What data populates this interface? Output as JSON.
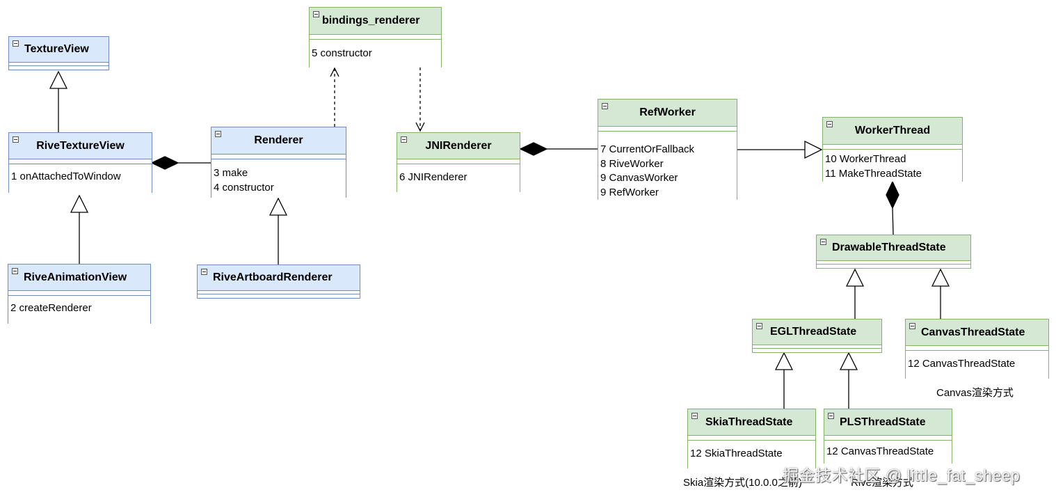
{
  "classes": {
    "texture_view": {
      "name": "TextureView",
      "members": []
    },
    "rive_texture_view": {
      "name": "RiveTextureView",
      "members": [
        "1 onAttachedToWindow"
      ]
    },
    "rive_animation_view": {
      "name": "RiveAnimationView",
      "members": [
        "2 createRenderer"
      ]
    },
    "renderer": {
      "name": "Renderer",
      "members": [
        "3 make",
        "4 constructor"
      ]
    },
    "rive_artboard_renderer": {
      "name": "RiveArtboardRenderer",
      "members": []
    },
    "bindings_renderer": {
      "name": "bindings_renderer",
      "members": [
        "5 constructor"
      ]
    },
    "jni_renderer": {
      "name": "JNIRenderer",
      "members": [
        "6 JNIRenderer"
      ]
    },
    "ref_worker": {
      "name": "RefWorker",
      "members": [
        "7 CurrentOrFallback",
        "8 RiveWorker",
        "9 CanvasWorker",
        "9 RefWorker"
      ]
    },
    "worker_thread": {
      "name": "WorkerThread",
      "members": [
        "10 WorkerThread",
        "11 MakeThreadState"
      ]
    },
    "drawable_thread_state": {
      "name": "DrawableThreadState",
      "members": []
    },
    "egl_thread_state": {
      "name": "EGLThreadState",
      "members": []
    },
    "canvas_thread_state": {
      "name": "CanvasThreadState",
      "members": [
        "12 CanvasThreadState"
      ]
    },
    "skia_thread_state": {
      "name": "SkiaThreadState",
      "members": [
        "12 SkiaThreadState"
      ]
    },
    "pls_thread_state": {
      "name": "PLSThreadState",
      "members": [
        "12 CanvasThreadState"
      ]
    }
  },
  "captions": {
    "canvas": "Canvas渲染方式",
    "skia": "Skia渲染方式(10.0.0之前)",
    "rive": "Rive渲染方式"
  },
  "watermark": "掘金技术社区 @ little_fat_sheep",
  "colors": {
    "blue_fill": "#dae8fc",
    "blue_stroke": "#6c8ebf",
    "green_fill": "#d5e8d4",
    "green_stroke": "#82b366"
  }
}
